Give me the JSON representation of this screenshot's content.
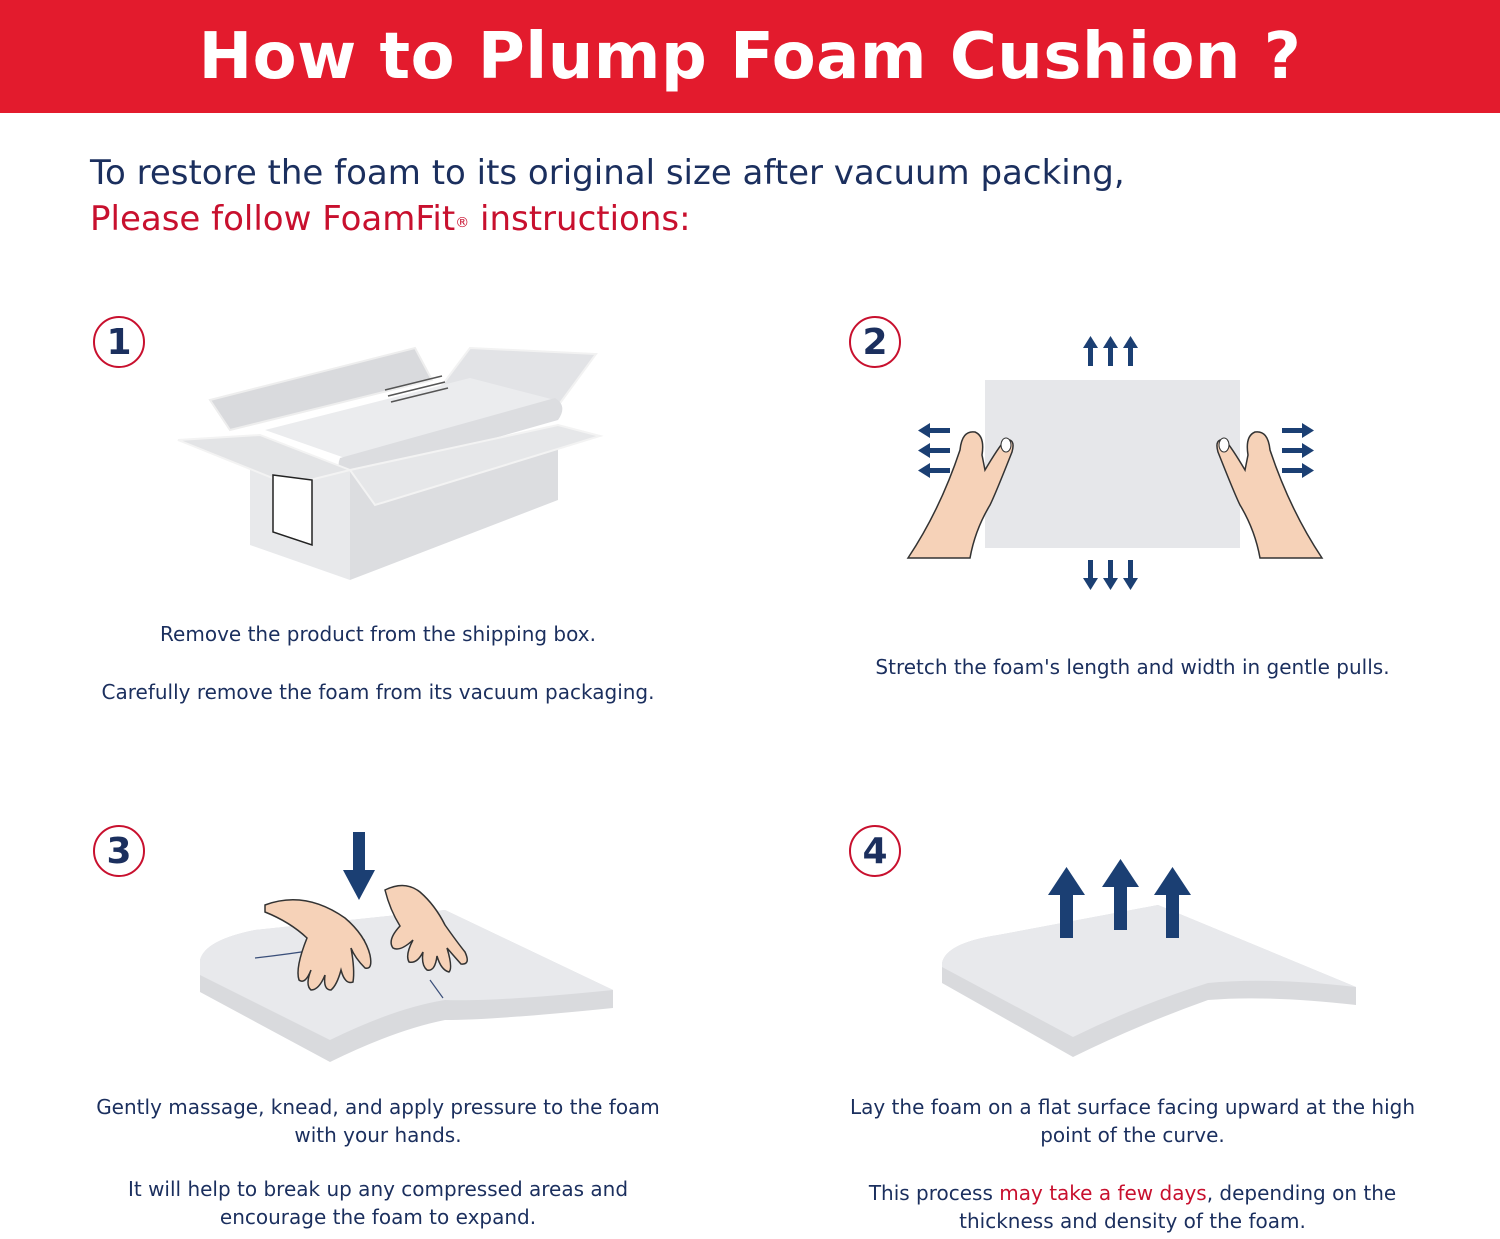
{
  "header": {
    "title": "How to Plump Foam Cushion ?"
  },
  "intro": {
    "line1": "To restore the foam to its original size after vacuum packing,",
    "line2_before": "Please follow FoamFit",
    "line2_reg": "®",
    "line2_after": " instructions:"
  },
  "steps": [
    {
      "number": "1",
      "illustration_icon": "open-shipping-box-icon",
      "text1": "Remove the product from the shipping box.",
      "text2": "Carefully remove the foam from its vacuum packaging."
    },
    {
      "number": "2",
      "illustration_icon": "hands-stretching-foam-icon",
      "text1": "Stretch the foam's length and width in gentle pulls."
    },
    {
      "number": "3",
      "illustration_icon": "hands-kneading-foam-icon",
      "text1": "Gently massage, knead, and apply pressure to the foam with your hands.",
      "text2": "It will help to break up any compressed areas and encourage the foam to expand."
    },
    {
      "number": "4",
      "illustration_icon": "foam-rising-icon",
      "text1": "Lay the foam on a flat surface facing upward at the high point of the curve.",
      "text2_before": "This process ",
      "text2_highlight": "may take a few days",
      "text2_after": ", depending on the thickness and density of the foam."
    }
  ],
  "colors": {
    "header_red": "#e31b2d",
    "navy": "#1b2f5e",
    "accent_red": "#c8102e",
    "foam_grey": "#e6e7ea",
    "skin": "#f6d2b8"
  }
}
